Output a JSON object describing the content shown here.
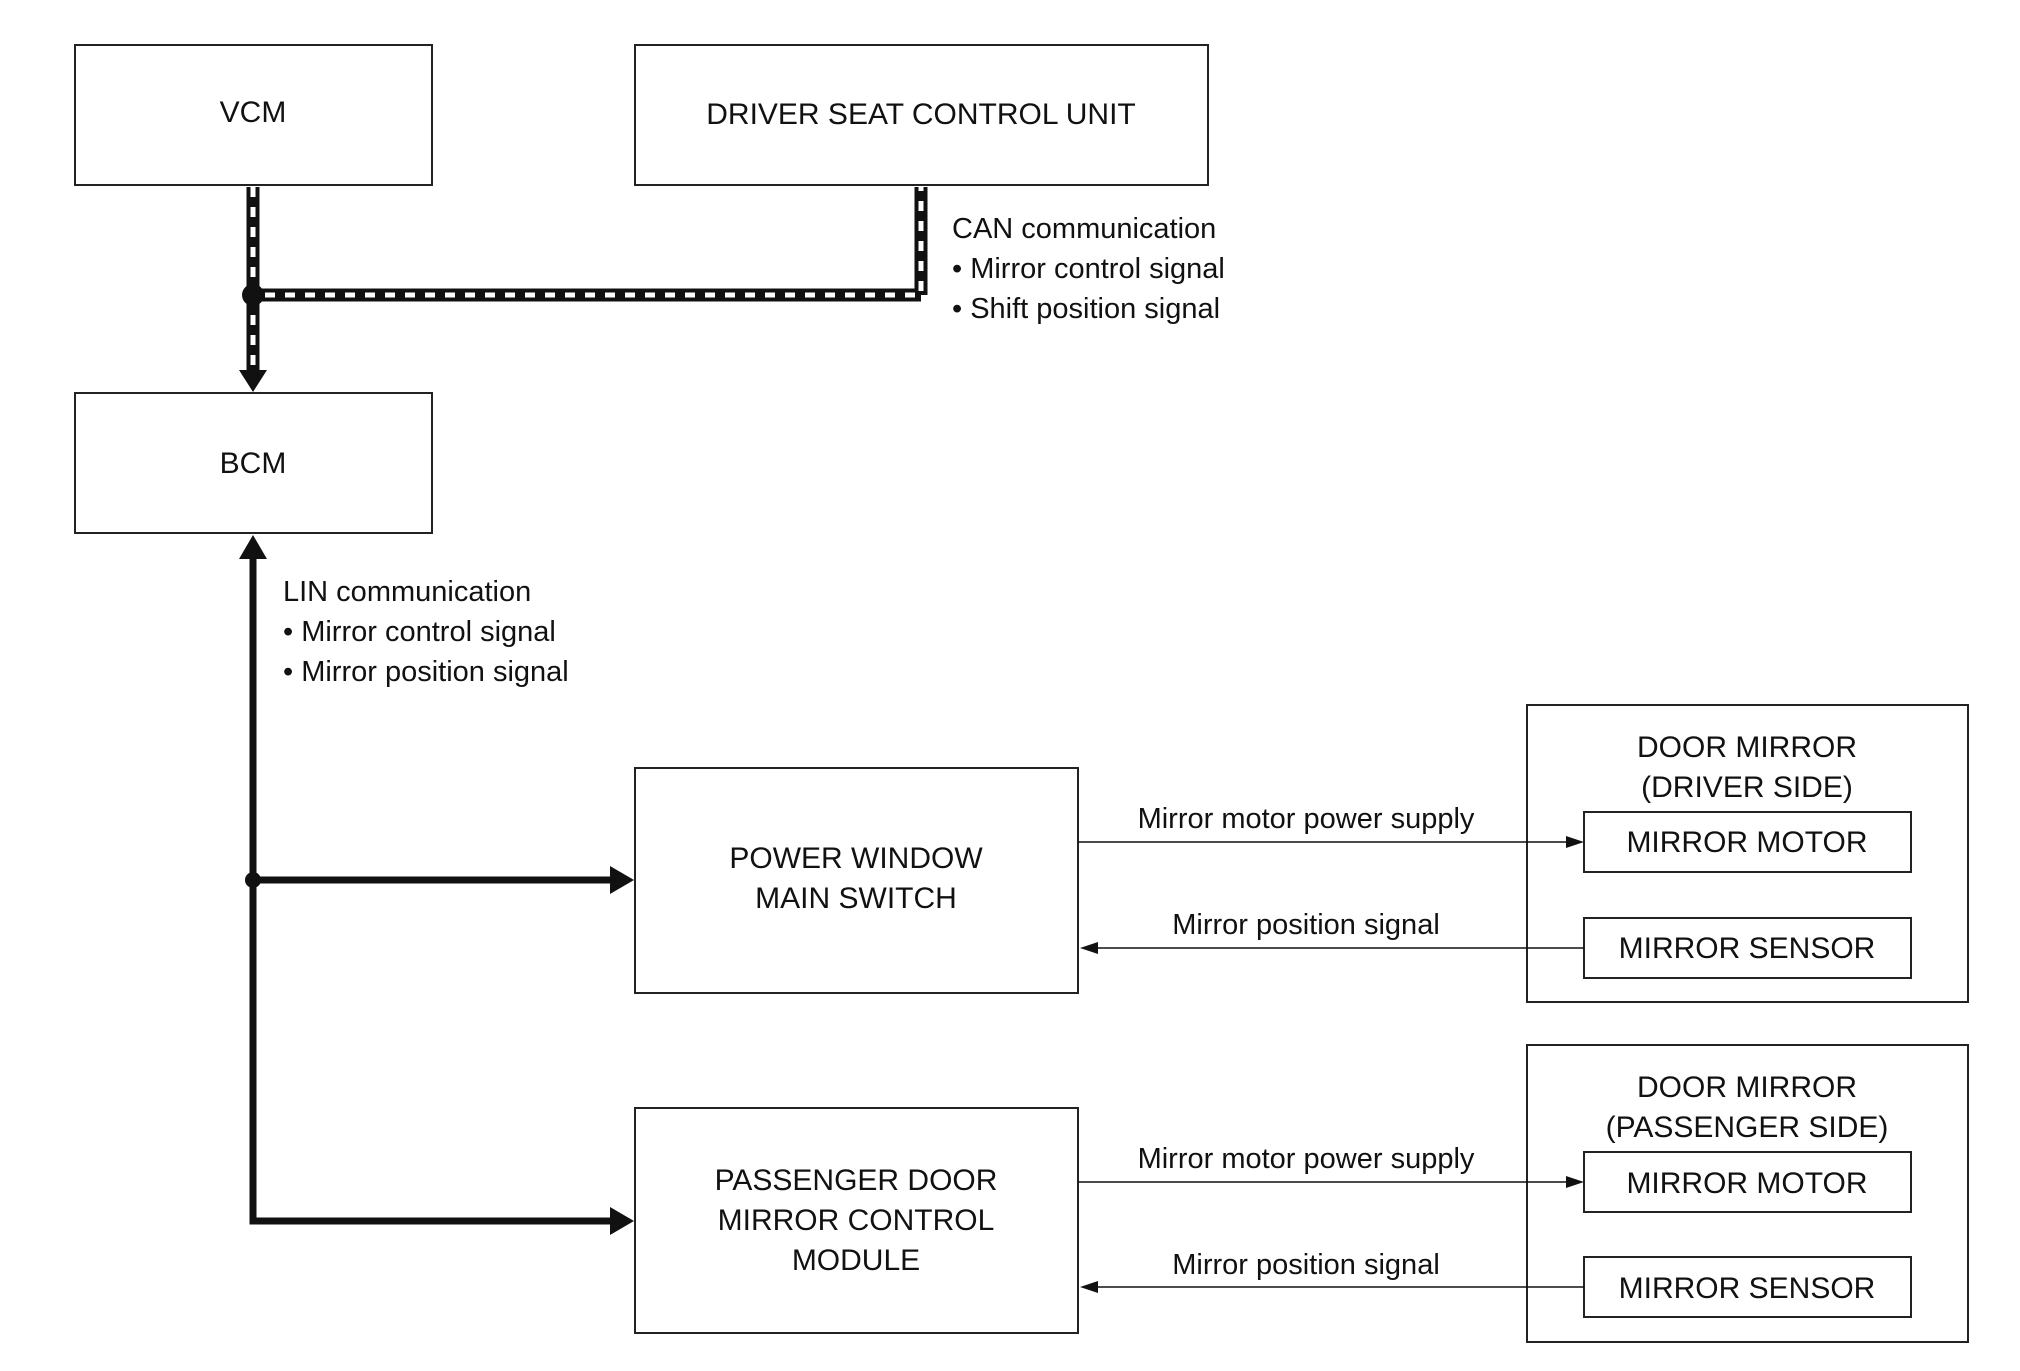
{
  "nodes": {
    "vcm": {
      "label": "VCM"
    },
    "driver_seat": {
      "label": "DRIVER SEAT CONTROL UNIT"
    },
    "bcm": {
      "label": "BCM"
    },
    "power_window": {
      "line1": "POWER WINDOW",
      "line2": "MAIN SWITCH"
    },
    "passenger_module": {
      "line1": "PASSENGER DOOR",
      "line2": "MIRROR CONTROL",
      "line3": "MODULE"
    },
    "door_mirror_driver": {
      "line1": "DOOR MIRROR",
      "line2": "(DRIVER SIDE)",
      "motor": "MIRROR MOTOR",
      "sensor": "MIRROR SENSOR"
    },
    "door_mirror_passenger": {
      "line1": "DOOR MIRROR",
      "line2": "(PASSENGER SIDE)",
      "motor": "MIRROR MOTOR",
      "sensor": "MIRROR SENSOR"
    }
  },
  "annotations": {
    "can": {
      "title": "CAN communication",
      "items": [
        "• Mirror control signal",
        "• Shift position signal"
      ]
    },
    "lin": {
      "title": "LIN communication",
      "items": [
        "• Mirror control signal",
        "• Mirror position signal"
      ]
    },
    "driver_power": "Mirror motor power supply",
    "driver_position": "Mirror position signal",
    "passenger_power": "Mirror motor power supply",
    "passenger_position": "Mirror position signal"
  },
  "colors": {
    "line": "#111111",
    "box_border": "#222222",
    "background": "#ffffff"
  }
}
